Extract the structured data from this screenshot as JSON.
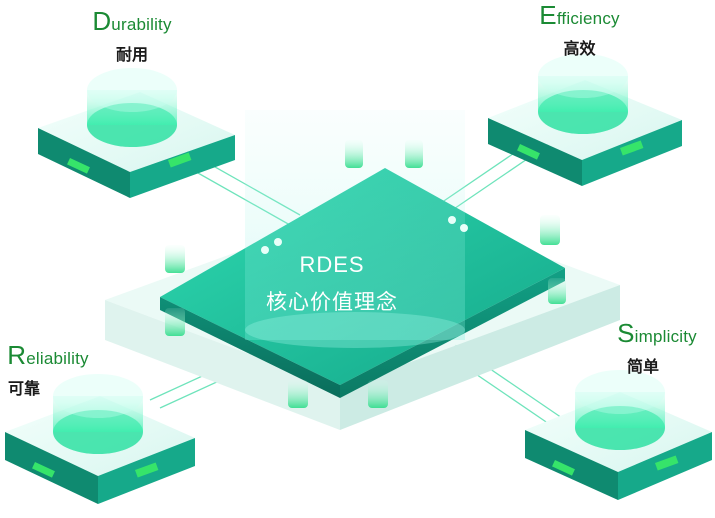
{
  "center": {
    "title": "RDES",
    "subtitle": "核心价值理念"
  },
  "modules": [
    {
      "id": "durability",
      "initial": "D",
      "rest": "urability",
      "zh": "耐用"
    },
    {
      "id": "efficiency",
      "initial": "E",
      "rest": "fficiency",
      "zh": "高效"
    },
    {
      "id": "reliability",
      "initial": "R",
      "rest": "eliability",
      "zh": "可靠"
    },
    {
      "id": "simplicity",
      "initial": "S",
      "rest": "implicity",
      "zh": "简单"
    }
  ],
  "colors": {
    "teal": "#1fc1a0",
    "teal_dark": "#0e8e76",
    "green_text": "#1b8a34",
    "accent_green": "#34e05a"
  }
}
